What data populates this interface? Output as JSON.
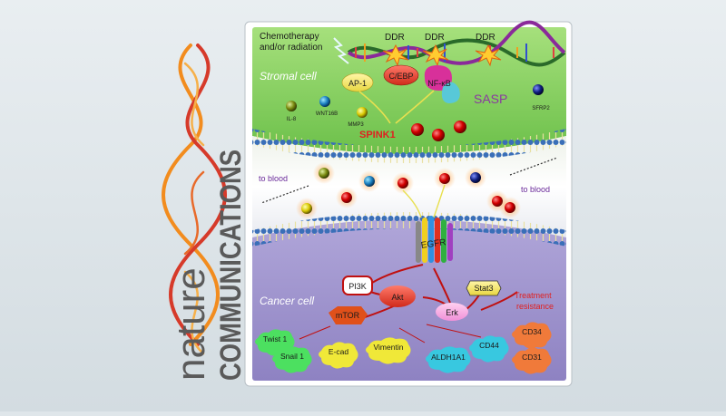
{
  "journal": {
    "logo_line1": "nature",
    "logo_line2": "COMMUNICATIONS"
  },
  "figure": {
    "trigger": [
      "Chemotherapy",
      "and/or radiation"
    ],
    "ddr": "DDR",
    "stromal_cell": "Stromal cell",
    "cancer_cell": "Cancer cell",
    "sasp": "SASP",
    "spink1": "SPINK1",
    "to_blood": "to blood",
    "treatment_resistance": [
      "Treatment",
      "resistance"
    ],
    "transcription_factors": {
      "ap1": "AP-1",
      "cebp": "C/EBP",
      "nfkb": "NF-κB"
    },
    "sasp_factors": {
      "il8": "IL-8",
      "wnt16b": "WNT16B",
      "mmp3": "MMP3",
      "sfrp2": "SFRP2"
    },
    "receptor": "EGFR",
    "signaling": {
      "pi3k": "PI3K",
      "akt": "Akt",
      "mtor": "mTOR",
      "erk": "Erk",
      "stat3": "Stat3"
    },
    "markers": {
      "twist1": "Twist 1",
      "snail1": "Snail 1",
      "ecad": "E-cad",
      "vimentin": "Vimentin",
      "aldh1a1": "ALDH1A1",
      "cd44": "CD44",
      "cd34": "CD34",
      "cd31": "CD31"
    }
  },
  "colors": {
    "stromal_green": "#7fd05a",
    "cancer_purple": "#9c90cc",
    "logo_orange": "#f28c1e",
    "logo_red": "#d63a2a",
    "label_red": "#e02020",
    "sasp_purple": "#8a3aa0"
  }
}
